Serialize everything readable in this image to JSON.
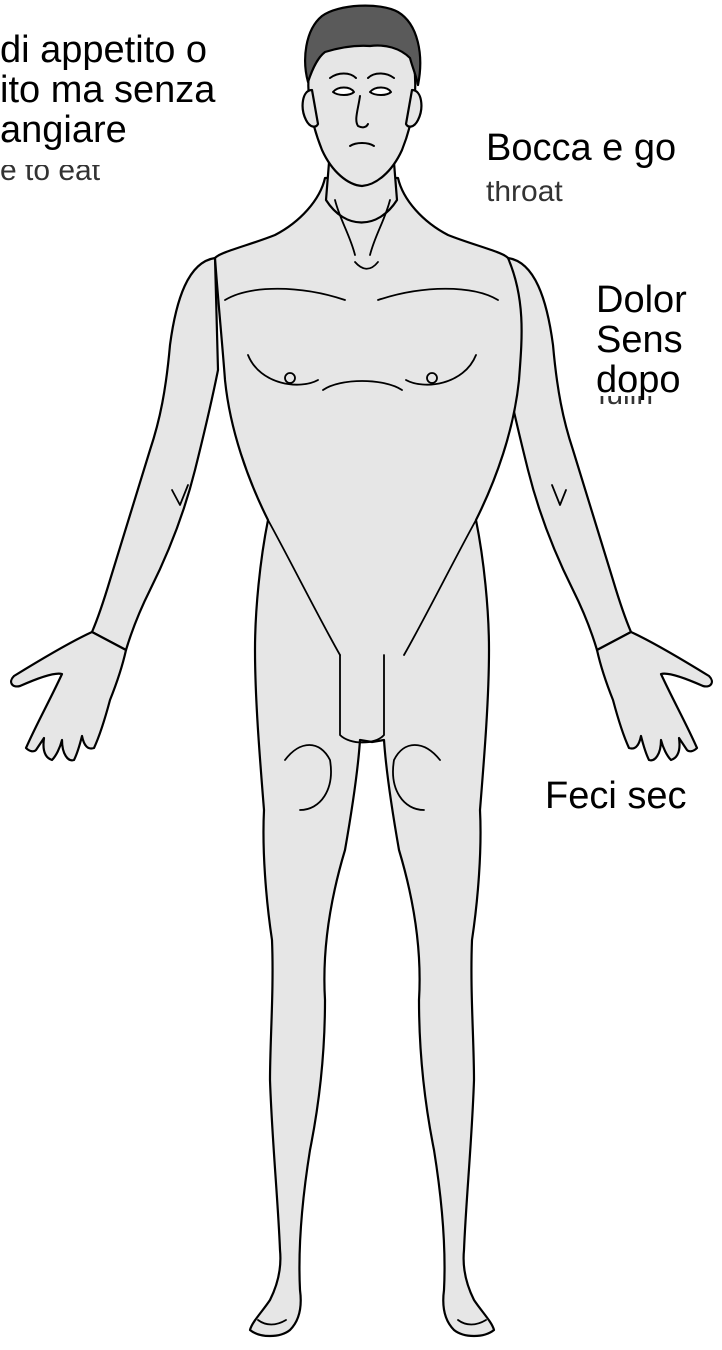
{
  "labels": {
    "appetite": {
      "line1": "di appetito o",
      "line2": "ito ma senza",
      "line3": "angiare",
      "underlying_fragment": "e to eat"
    },
    "mouth_throat": {
      "text": "Bocca e go",
      "underlying_fragment": "throat"
    },
    "pain": {
      "line1": "Dolor",
      "line2": "Sens",
      "line3": "dopo",
      "underlying_fragment": "fulln"
    },
    "stool": {
      "text": "Feci sec"
    }
  },
  "colors": {
    "skin": "#e6e6e6",
    "hair": "#5a5a5a",
    "outline": "#000000",
    "background": "#ffffff"
  }
}
